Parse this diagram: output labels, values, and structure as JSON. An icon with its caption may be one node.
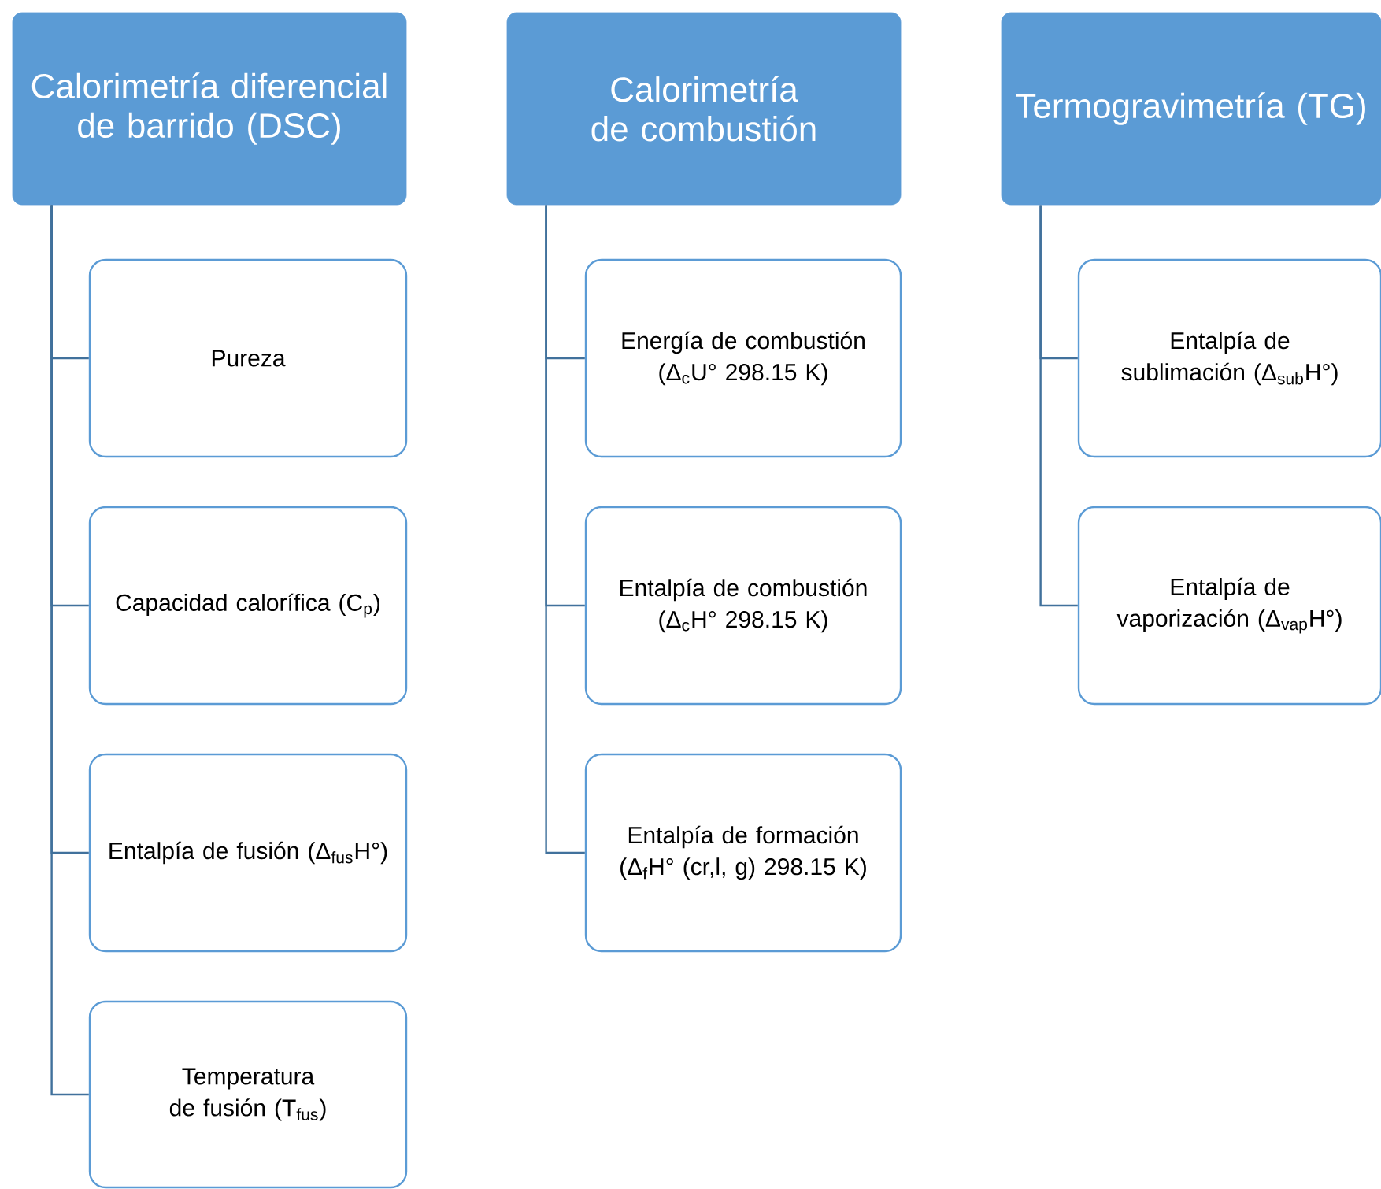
{
  "diagram": {
    "nodes": [
      {
        "text": [
          "Calorimetría diferencial de barrido (DSC)"
        ]
      },
      {
        "text": [
          "Pureza"
        ]
      },
      {
        "text": [
          "Capacidad calorífica (C$_{p}$)"
        ]
      },
      {
        "text": [
          "Entalpía de fusión (Δ$_{fus}$H°)"
        ]
      },
      {
        "text": [
          "Temperatura de fusión (T$_{fus}$)"
        ]
      },
      {
        "text": [
          "Calorimetría de combustión"
        ]
      },
      {
        "text": [
          "Energía de combustión (Δ$_{c}$U° 298.15 K)"
        ]
      },
      {
        "text": [
          "Entalpía de combustión (Δ$_{c}$H° 298.15 K)"
        ]
      },
      {
        "text": [
          "Entalpía de formación (Δ$_{f}$H° (cr,l, g) 298.15 K)"
        ]
      },
      {
        "text": [
          "Termogravimetría (TG)"
        ]
      },
      {
        "text": [
          "Entalpía de sublimación (Δ$_{sub}$H°)"
        ]
      },
      {
        "text": [
          "Entalpía de vaporización (Δ$_{vap}$H°)"
        ]
      }
    ],
    "edges": [
      {
        "from": 0,
        "to": 1,
        "arrow": "none"
      },
      {
        "from": 0,
        "to": 2,
        "arrow": "none"
      },
      {
        "from": 0,
        "to": 3,
        "arrow": "none"
      },
      {
        "from": 0,
        "to": 4,
        "arrow": "none"
      },
      {
        "from": 5,
        "to": 6,
        "arrow": "none"
      },
      {
        "from": 5,
        "to": 7,
        "arrow": "none"
      },
      {
        "from": 5,
        "to": 8,
        "arrow": "none"
      },
      {
        "from": 9,
        "to": 10,
        "arrow": "none"
      },
      {
        "from": 9,
        "to": 11,
        "arrow": "none"
      }
    ]
  }
}
